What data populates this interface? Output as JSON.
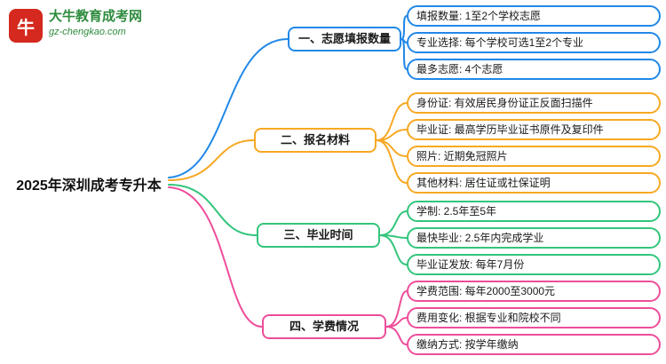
{
  "logo": {
    "title": "大牛教育成考网",
    "subtitle": "gz-chengkao.com",
    "icon_text": "牛",
    "icon_bg": "#d5281e",
    "text_color": "#2e8b3e"
  },
  "root": {
    "label": "2025年深圳成考专升本"
  },
  "branches": [
    {
      "label": "一、志愿填报数量",
      "color": "#2188e8",
      "children": [
        "填报数量: 1至2个学校志愿",
        "专业选择: 每个学校可选1至2个专业",
        "最多志愿: 4个志愿"
      ]
    },
    {
      "label": "二、报名材料",
      "color": "#f7a823",
      "children": [
        "身份证: 有效居民身份证正反面扫描件",
        "毕业证: 最高学历毕业证书原件及复印件",
        "照片: 近期免冠照片",
        "其他材料: 居住证或社保证明"
      ]
    },
    {
      "label": "三、毕业时间",
      "color": "#33c57c",
      "children": [
        "学制: 2.5年至5年",
        "最快毕业: 2.5年内完成学业",
        "毕业证发放: 每年7月份"
      ]
    },
    {
      "label": "四、学费情况",
      "color": "#ee4d9a",
      "children": [
        "学费范围: 每年2000至3000元",
        "费用变化: 根据专业和院校不同",
        "缴纳方式: 按学年缴纳"
      ]
    }
  ]
}
